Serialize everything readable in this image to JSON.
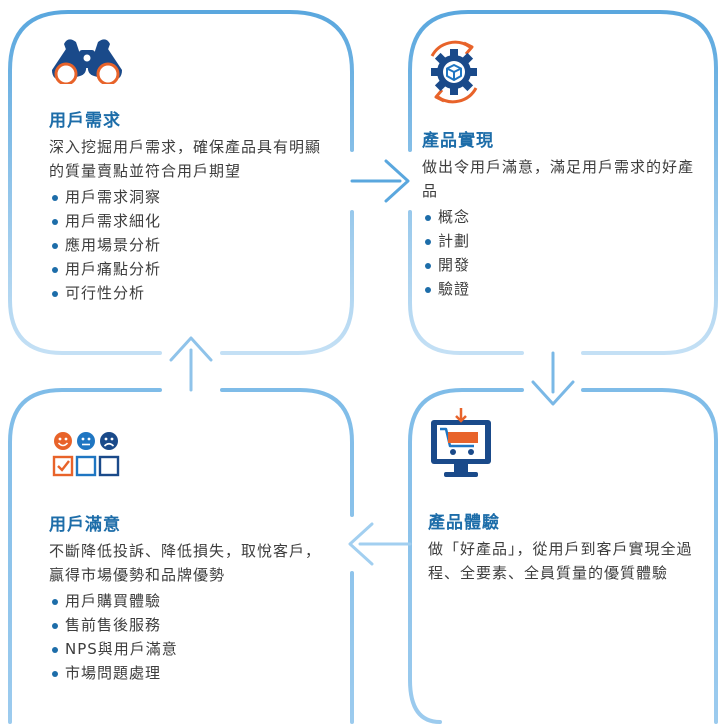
{
  "colors": {
    "frame_top": "#6eb3e4",
    "frame_bottom": "#b5d8f2",
    "title": "#1d6da9",
    "body_text": "#3d3d3d",
    "icon_navy": "#1a4a8a",
    "icon_orange": "#e8632a",
    "icon_blue": "#1f76c2"
  },
  "panels": {
    "user_needs": {
      "icon": "binoculars-icon",
      "title": "用戶需求",
      "desc": "深入挖掘用戶需求，確保產品具有明顯的質量賣點並符合用戶期望",
      "items": [
        "用戶需求洞察",
        "用戶需求細化",
        "應用場景分析",
        "用戶痛點分析",
        "可行性分析"
      ]
    },
    "product_realization": {
      "icon": "gear-cube-icon",
      "title": "產品實現",
      "desc": "做出令用戶滿意，滿足用戶需求的好產品",
      "items": [
        "概念",
        "計劃",
        "開發",
        "驗證"
      ]
    },
    "product_experience": {
      "icon": "shopping-cart-monitor-icon",
      "title": "產品體驗",
      "desc": "做「好產品」，從用戶到客戶實現全過程、全要素、全員質量的優質體驗",
      "items": []
    },
    "user_satisfaction": {
      "icon": "satisfaction-survey-icon",
      "title": "用戶滿意",
      "desc": "不斷降低投訴、降低損失，取悅客戶，贏得市場優勢和品牌優勢",
      "items": [
        "用戶購買體驗",
        "售前售後服務",
        "NPS與用戶滿意",
        "市場問題處理"
      ]
    }
  }
}
